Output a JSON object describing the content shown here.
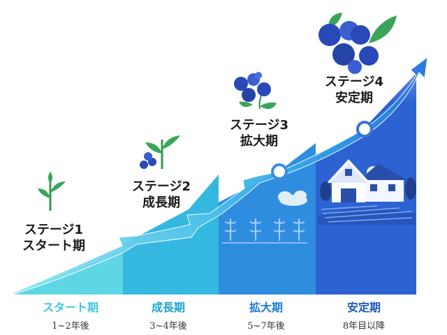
{
  "stages": [
    {
      "label_1": "ステージ1",
      "label_2": "スタート期",
      "period": "スタート期",
      "years": "1~2年後",
      "color": "#3ec8dc"
    },
    {
      "label_1": "ステージ2",
      "label_2": "成長期",
      "period": "成長期",
      "years": "3~4年後",
      "color": "#1aa5d4"
    },
    {
      "label_1": "ステージ3",
      "label_2": "拡大期",
      "period": "拡大期",
      "years": "5~7年後",
      "color": "#1a7bd6"
    },
    {
      "label_1": "ステージ4",
      "label_2": "安定期",
      "period": "安定期",
      "years": "8年目以降",
      "color": "#1a56c4"
    }
  ],
  "colors": {
    "band1": "#5fd6e4",
    "band2": "#35b8e0",
    "band3": "#2f8de0",
    "band4": "#2d62d2",
    "arrow": "#ffffff",
    "leaf": "#3aa55a",
    "berry": "#2a49b8"
  },
  "icons": [
    "seedling-icon",
    "sprout-berry-icon",
    "berry-branch-icon",
    "berry-cluster-icon",
    "farmhouse-icon",
    "crop-rows-icon",
    "cloud-icon",
    "growth-arrow-icon"
  ]
}
